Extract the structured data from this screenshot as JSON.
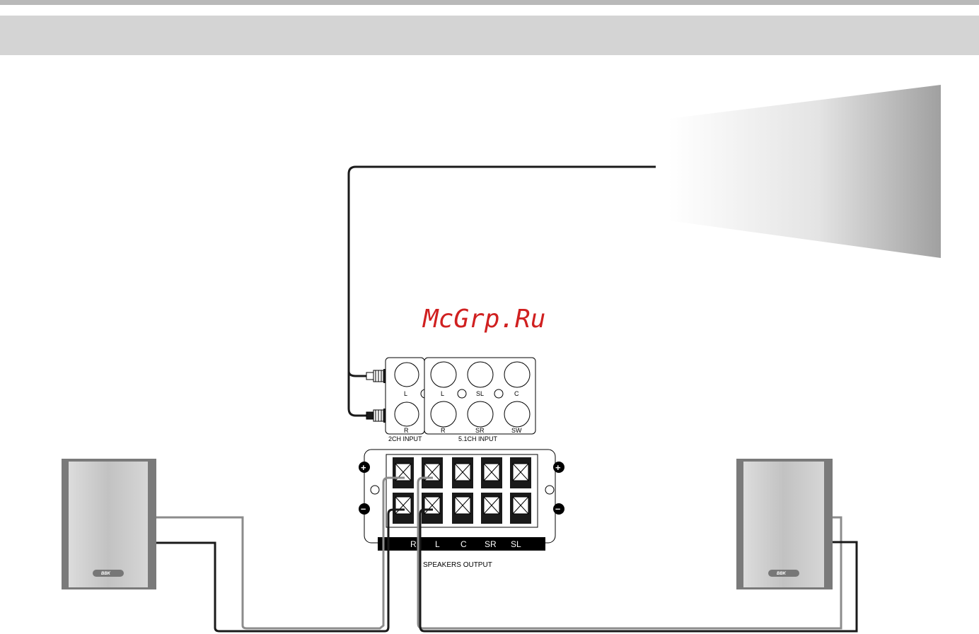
{
  "watermark": "McGrp.Ru",
  "input_panel": {
    "two_ch": {
      "caption": "2CH INPUT",
      "jacks": [
        "L",
        "R"
      ]
    },
    "five_one_ch": {
      "caption": "5.1CH INPUT",
      "jacks_top": [
        "L",
        "SL",
        "C"
      ],
      "jacks_bottom": [
        "R",
        "SR",
        "SW"
      ]
    }
  },
  "speaker_output": {
    "caption": "SPEAKERS OUTPUT",
    "channels": [
      "R",
      "L",
      "C",
      "SR",
      "SL"
    ],
    "plus_symbol": "+",
    "minus_symbol": "–"
  },
  "speaker_brand": "BBK",
  "colors": {
    "cable_dark": "#1a1a1a",
    "cable_light": "#8c8c8c",
    "speaker_body": "#c8c8c8",
    "speaker_side": "#7a7a7a",
    "watermark": "#d02020"
  }
}
